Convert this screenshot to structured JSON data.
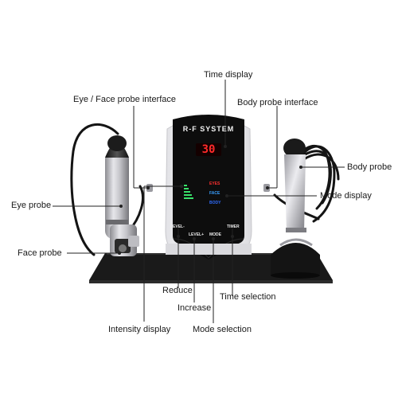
{
  "device": {
    "brand": "R-F SYSTEM",
    "time_value": "30",
    "mode_options": [
      "EYES",
      "FACE",
      "BODY"
    ],
    "button_labels": [
      "LEVEL-",
      "LEVEL+",
      "MODE",
      "TIMER"
    ]
  },
  "callouts": {
    "time_display": "Time display",
    "eye_face_probe_interface": "Eye / Face probe interface",
    "body_probe_interface": "Body probe interface",
    "body_probe": "Body probe",
    "eye_probe": "Eye probe",
    "mode_display": "Mode display",
    "face_probe": "Face probe",
    "reduce": "Reduce",
    "increase": "Increase",
    "time_selection": "Time selection",
    "intensity_display": "Intensity display",
    "mode_selection": "Mode selection"
  },
  "colors": {
    "panel": "#0d0d0d",
    "shell": "#f4f4f6",
    "segment_red": "#ff2a2a",
    "eyes_red": "#ff3030",
    "face_blue": "#3aa0ff",
    "body_blue": "#2f6dff",
    "intensity_green": "#39e26a",
    "stand": "#151515"
  }
}
